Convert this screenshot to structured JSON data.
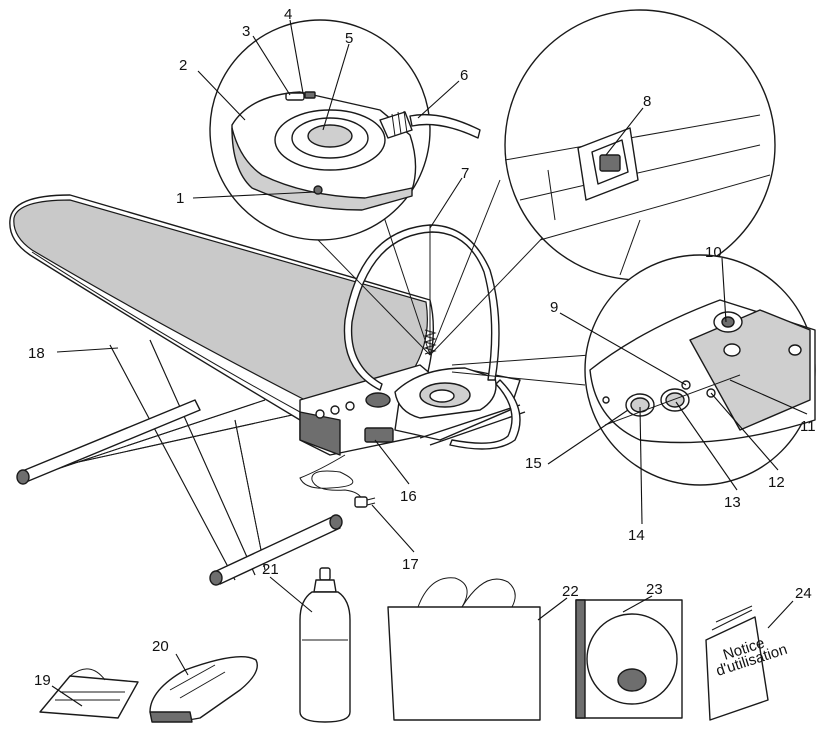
{
  "callouts": [
    {
      "id": "1",
      "text": "1"
    },
    {
      "id": "2",
      "text": "2"
    },
    {
      "id": "3",
      "text": "3"
    },
    {
      "id": "4",
      "text": "4"
    },
    {
      "id": "5",
      "text": "5"
    },
    {
      "id": "6",
      "text": "6"
    },
    {
      "id": "7",
      "text": "7"
    },
    {
      "id": "8",
      "text": "8"
    },
    {
      "id": "9",
      "text": "9"
    },
    {
      "id": "10",
      "text": "10"
    },
    {
      "id": "11",
      "text": "11"
    },
    {
      "id": "12",
      "text": "12"
    },
    {
      "id": "13",
      "text": "13"
    },
    {
      "id": "14",
      "text": "14"
    },
    {
      "id": "15",
      "text": "15"
    },
    {
      "id": "16",
      "text": "16"
    },
    {
      "id": "17",
      "text": "17"
    },
    {
      "id": "18",
      "text": "18"
    },
    {
      "id": "19",
      "text": "19"
    },
    {
      "id": "20",
      "text": "20"
    },
    {
      "id": "21",
      "text": "21"
    },
    {
      "id": "22",
      "text": "22"
    },
    {
      "id": "23",
      "text": "23"
    },
    {
      "id": "24",
      "text": "24"
    }
  ],
  "manual": {
    "line1": "Notice",
    "line2": "d'utilisation"
  },
  "colors": {
    "board_cover": "#c9c9c9",
    "dark_part": "#6e6e6e",
    "line": "#111111"
  }
}
